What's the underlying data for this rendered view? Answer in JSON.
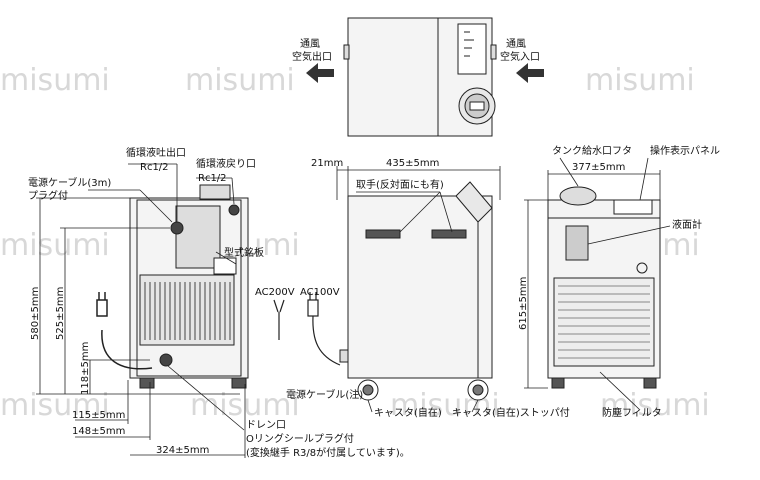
{
  "watermark": "misumi",
  "top_view": {
    "outlet_label_1": "通風",
    "outlet_label_2": "空気出口",
    "inlet_label_1": "通風",
    "inlet_label_2": "空気入口"
  },
  "rear_view": {
    "power_cable_1": "電源ケーブル(3m)",
    "power_cable_2": "プラグ付",
    "outlet_port_1": "循環液吐出口",
    "outlet_port_2": "Rc1/2",
    "return_port_1": "循環液戻り口",
    "return_port_2": "Rc1/2",
    "nameplate": "型式銘板",
    "ac200": "AC200V",
    "ac100": "AC100V",
    "dim_height": "580±5mm",
    "dim_525": "525±5mm",
    "dim_118": "118±5mm",
    "dim_115": "115±5mm",
    "dim_148": "148±5mm",
    "dim_324": "324±5mm",
    "drain_1": "ドレン口",
    "drain_2": "Oリングシールプラグ付",
    "drain_3": "(変換継手 R3/8が付属しています)。"
  },
  "side_view": {
    "dim_21": "21mm",
    "dim_435": "435±5mm",
    "handle": "取手(反対面にも有)",
    "power_cable": "電源ケーブル(注)",
    "caster": "キャスタ(自在)",
    "caster_stopper": "キャスタ(自在)ストッパ付"
  },
  "front_view": {
    "tank_cap": "タンク給水口フタ",
    "panel": "操作表示パネル",
    "dim_377": "377±5mm",
    "level_gauge": "液面計",
    "dim_615": "615±5mm",
    "filter": "防塵フィルタ"
  },
  "colors": {
    "line": "#222222",
    "body": "#f4f4f4",
    "dark": "#555555",
    "arrow": "#333333"
  }
}
